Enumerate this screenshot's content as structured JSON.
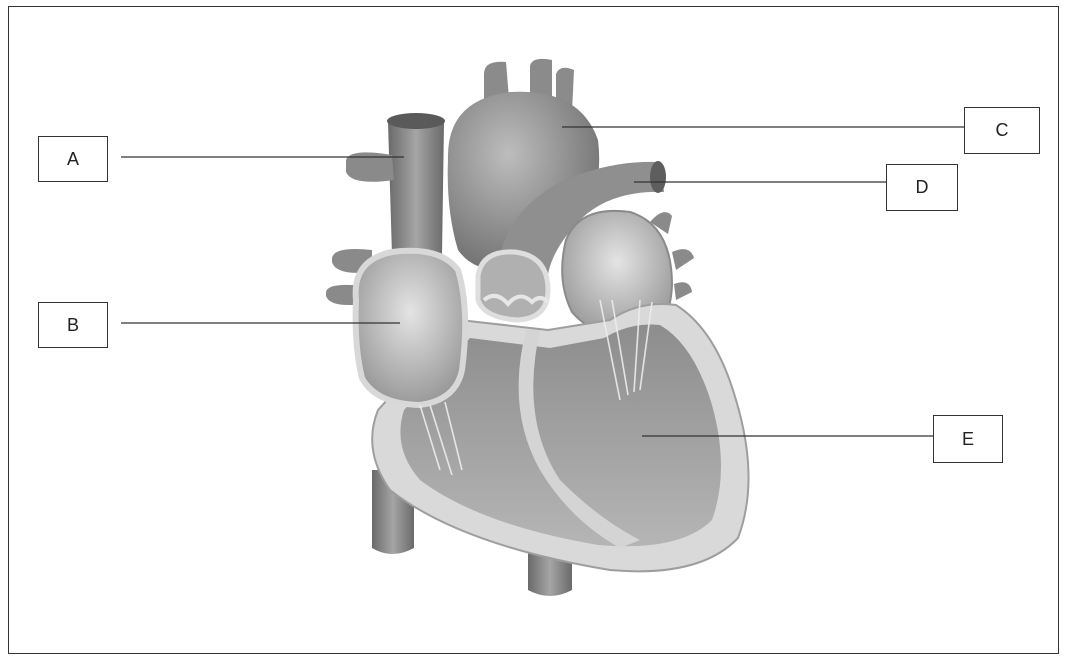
{
  "labels": {
    "a": "A",
    "b": "B",
    "c": "C",
    "d": "D",
    "e": "E"
  },
  "colors": {
    "line": "#333333",
    "tissue_dark": "#7d7d7d",
    "tissue_mid": "#a3a3a3",
    "tissue_light": "#cfcfcf",
    "chamber": "#bcbcbc"
  }
}
